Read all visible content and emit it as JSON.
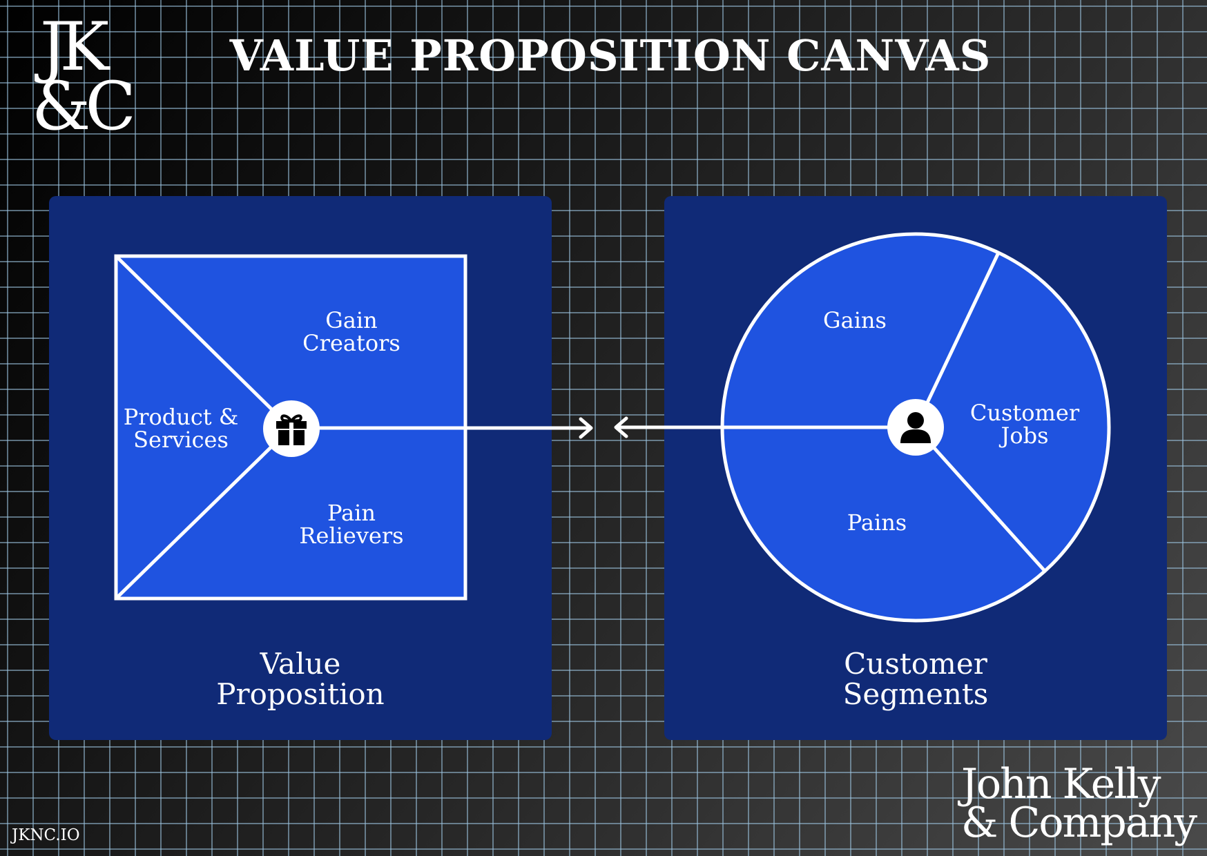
{
  "logo": {
    "line1": "JK",
    "line2": "&C"
  },
  "title": "VALUE PROPOSITION CANVAS",
  "value_proposition": {
    "label_line1": "Value",
    "label_line2": "Proposition",
    "regions": {
      "gain_creators": [
        "Gain",
        "Creators"
      ],
      "products_services": [
        "Product &",
        "Services"
      ],
      "pain_relievers": [
        "Pain",
        "Relievers"
      ]
    },
    "icon": "gift-icon"
  },
  "customer_segments": {
    "label_line1": "Customer",
    "label_line2": "Segments",
    "regions": {
      "gains": "Gains",
      "customer_jobs": [
        "Customer",
        "Jobs"
      ],
      "pains": "Pains"
    },
    "icon": "user-icon"
  },
  "footer": {
    "url": "JKNC.IO",
    "brand_line1": "John Kelly",
    "brand_line2": "& Company"
  },
  "colors": {
    "panel": "#102a77",
    "shape_fill": "#1f53e0",
    "line": "#ffffff"
  }
}
